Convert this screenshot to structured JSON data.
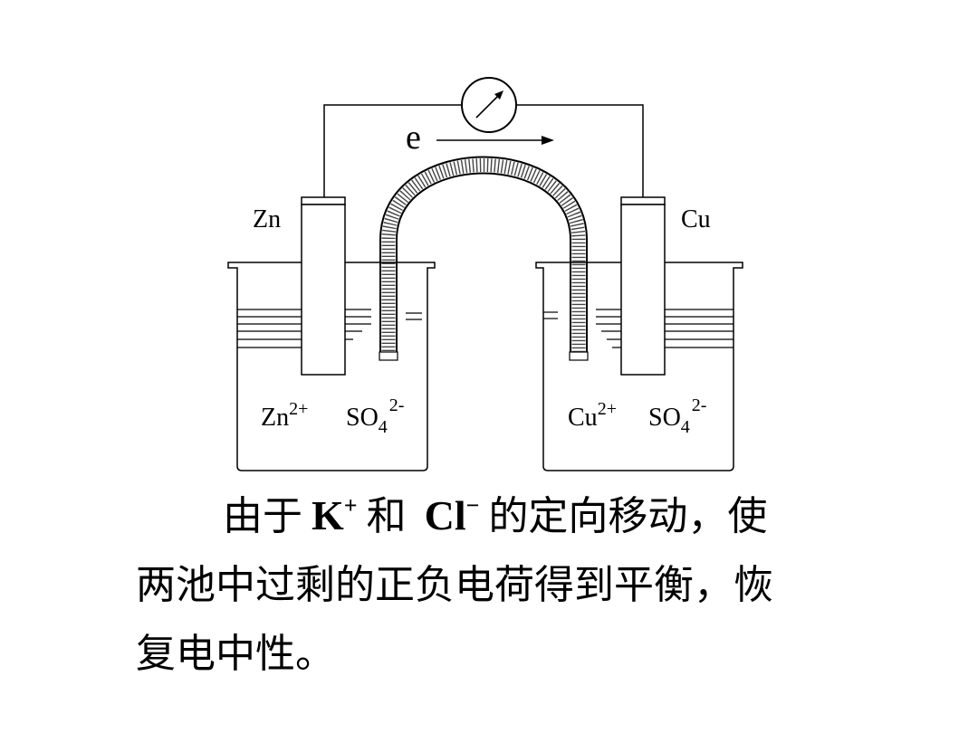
{
  "diagram": {
    "electron_label": "e",
    "zn_electrode_label": "Zn",
    "cu_electrode_label": "Cu",
    "left_ions": {
      "metal": "Zn",
      "metal_charge": "2+",
      "anion": "SO",
      "anion_sub": "4",
      "anion_charge": "2-"
    },
    "right_ions": {
      "metal": "Cu",
      "metal_charge": "2+",
      "anion": "SO",
      "anion_sub": "4",
      "anion_charge": "2-"
    }
  },
  "caption": {
    "part1": "由于",
    "k_ion": "K",
    "k_charge": "+",
    "part2": "和",
    "cl_ion": "Cl",
    "cl_charge": "−",
    "part3": "的定向移动，使",
    "line2": "两池中过剩的正负电荷得到平衡，恢",
    "line3": "复电中性。"
  }
}
